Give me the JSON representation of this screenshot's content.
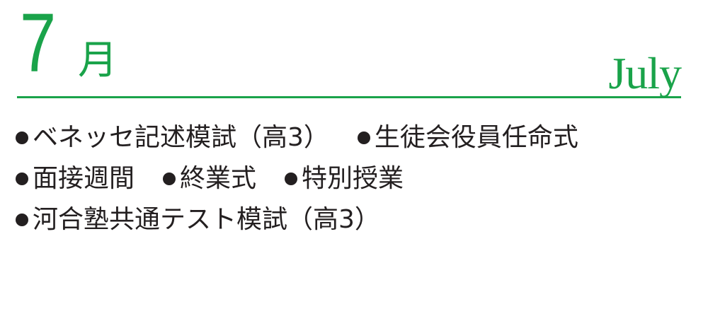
{
  "calendar": {
    "month_number": "7",
    "month_kanji": "月",
    "month_english": "July",
    "accent_color": "#1aa34a",
    "text_color": "#231f20",
    "bullet_icon": "black-circle-bullet"
  },
  "events": [
    [
      "ベネッセ記述模試（高3）",
      "生徒会役員任命式"
    ],
    [
      "面接週間",
      "終業式",
      "特別授業"
    ],
    [
      "河合塾共通テスト模試（高3）"
    ]
  ]
}
